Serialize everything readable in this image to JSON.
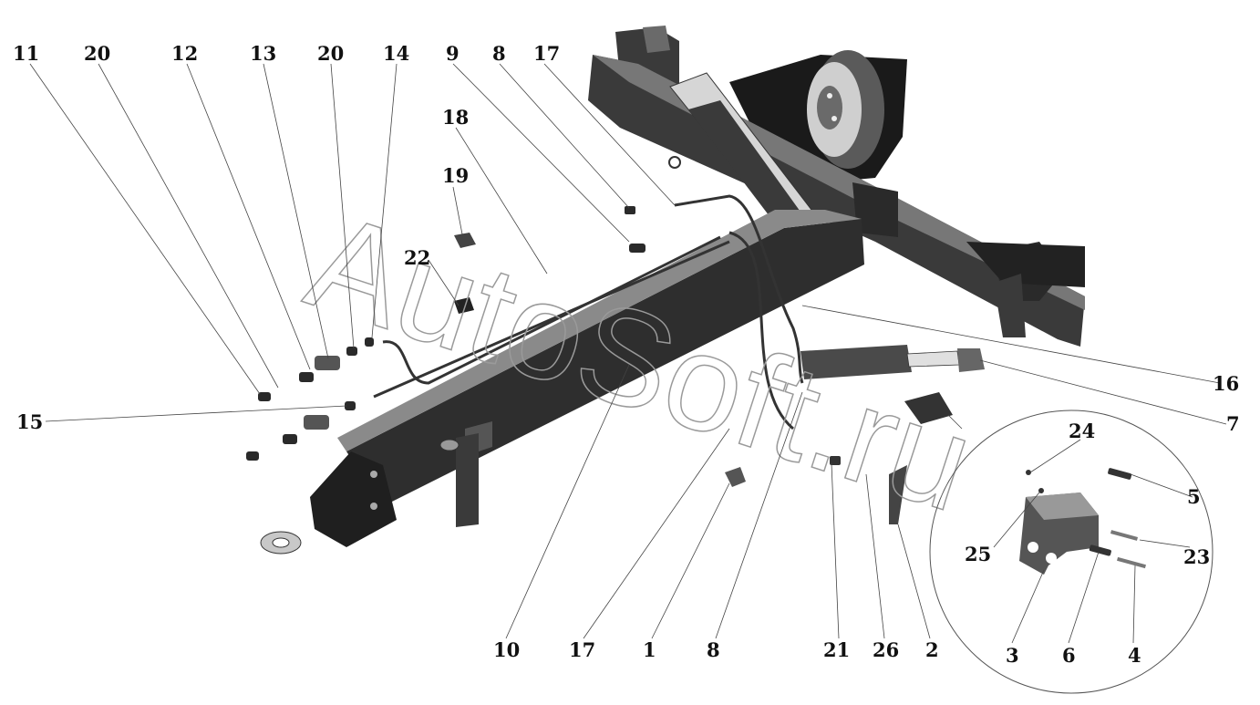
{
  "watermark": "AutoSoft.ru",
  "labels": {
    "l11": "11",
    "l20a": "20",
    "l12": "12",
    "l13": "13",
    "l20b": "20",
    "l14": "14",
    "l9": "9",
    "l8top": "8",
    "l17top": "17",
    "l18": "18",
    "l19": "19",
    "l22": "22",
    "l15": "15",
    "l16": "16",
    "l7": "7",
    "l24": "24",
    "l5": "5",
    "l25": "25",
    "l23": "23",
    "l10": "10",
    "l17bot": "17",
    "l1": "1",
    "l8bot": "8",
    "l21": "21",
    "l26": "26",
    "l2": "2",
    "l3": "3",
    "l6": "6",
    "l4": "4"
  },
  "colors": {
    "metal_dark": "#2b2b2b",
    "metal_mid": "#4a4a4a",
    "metal_light": "#8a8a8a",
    "leader": "#444444"
  }
}
